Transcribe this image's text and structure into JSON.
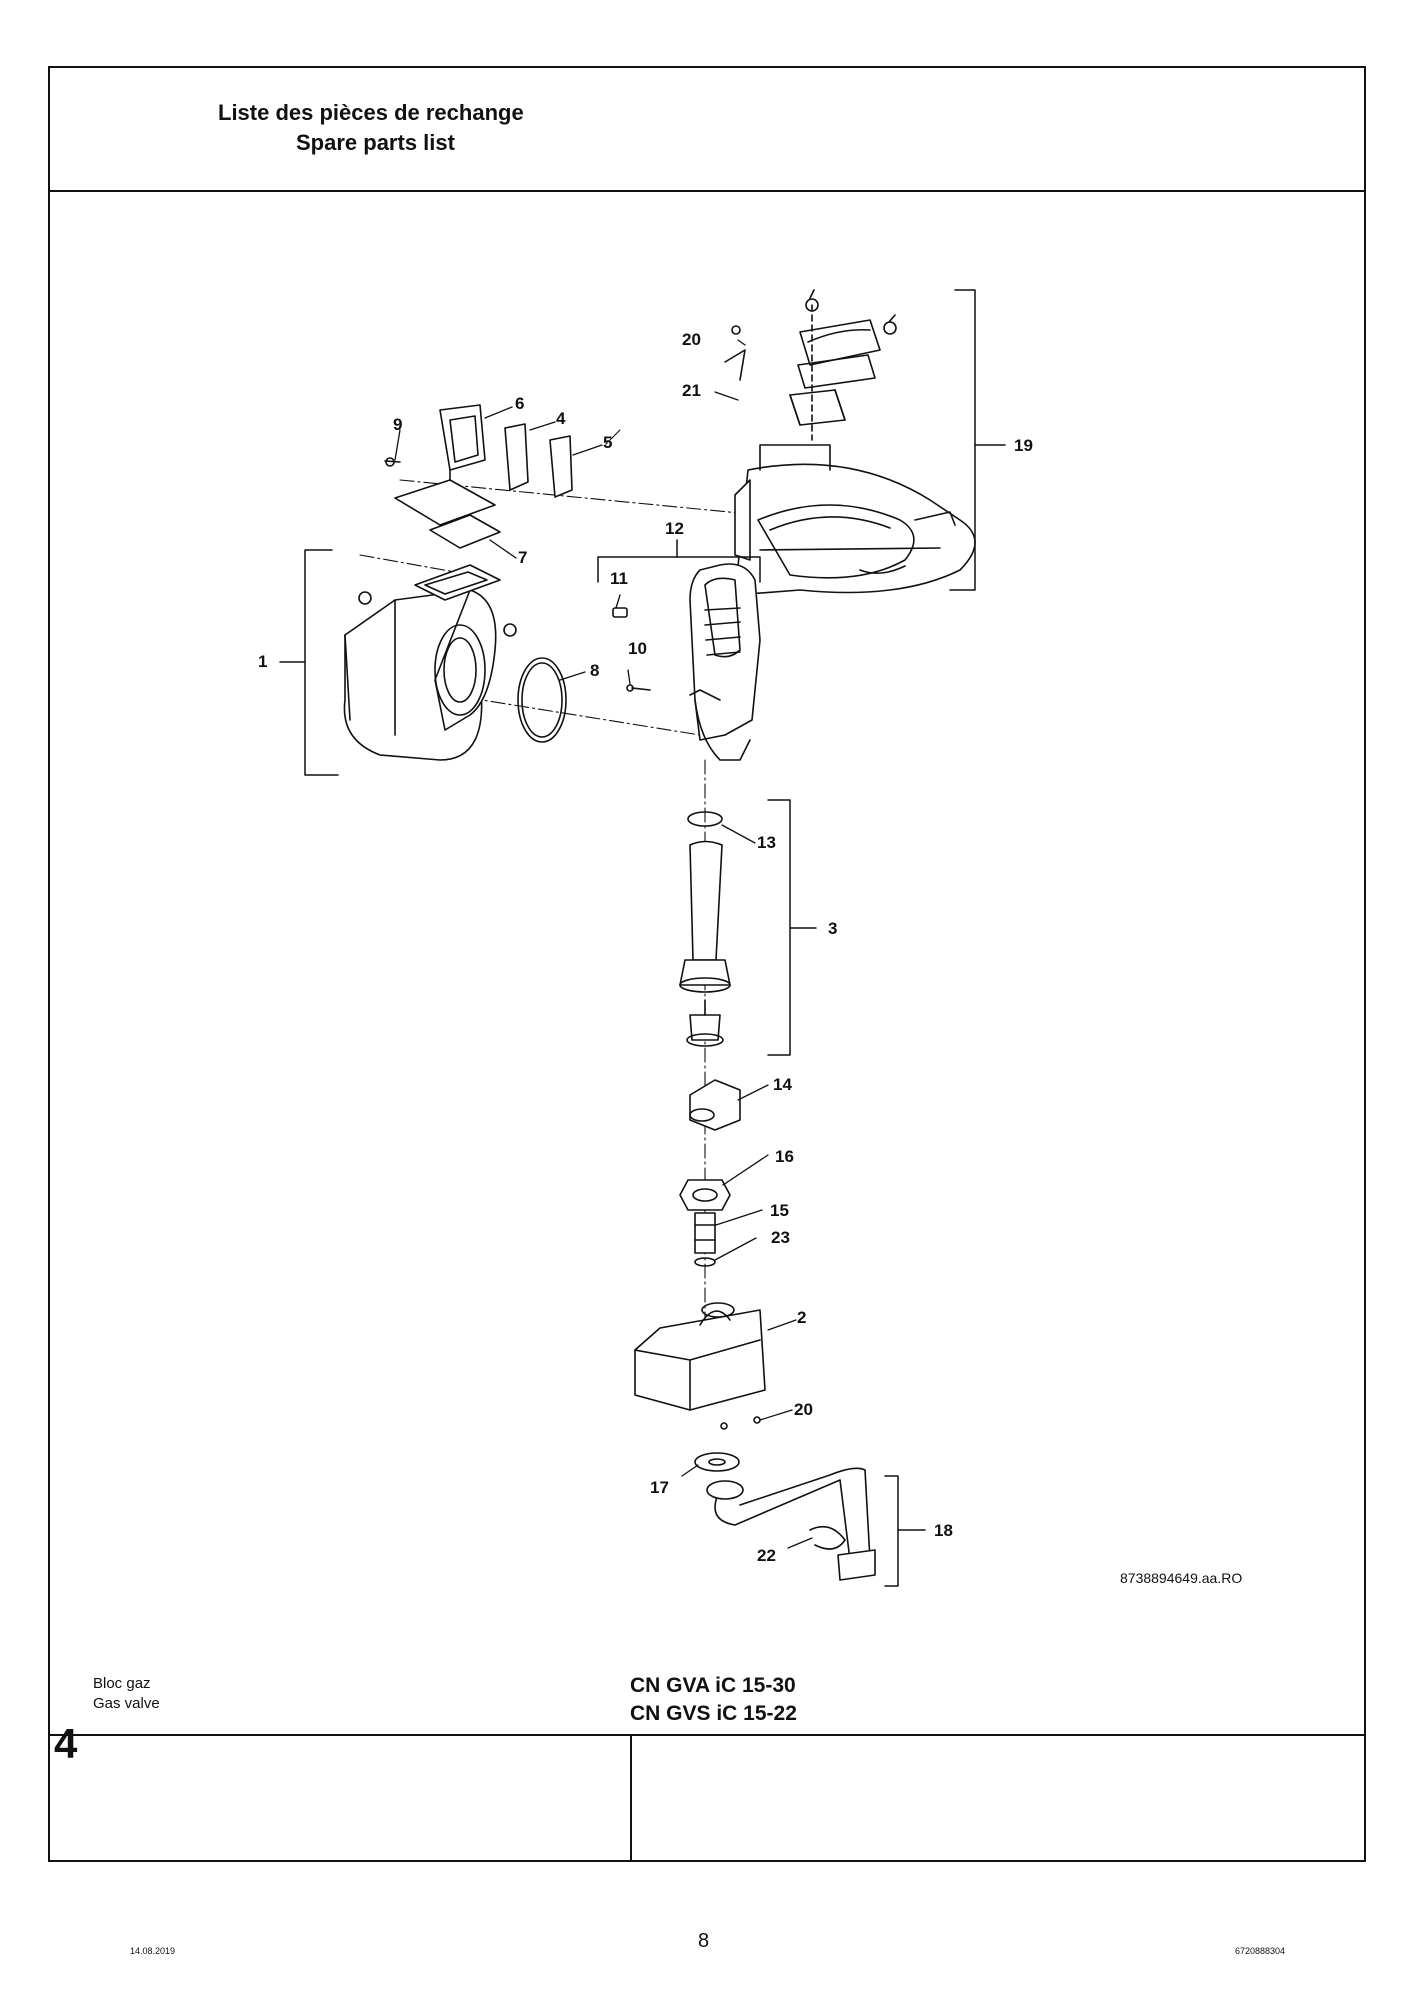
{
  "header": {
    "title_fr": "Liste des pièces de rechange",
    "title_en": "Spare parts list"
  },
  "diagram": {
    "callouts": [
      "1",
      "2",
      "3",
      "4",
      "5",
      "6",
      "7",
      "8",
      "9",
      "10",
      "11",
      "12",
      "13",
      "14",
      "15",
      "16",
      "17",
      "18",
      "19",
      "20",
      "21",
      "22",
      "23"
    ],
    "reference_code": "8738894649.aa.RO"
  },
  "footer_block": {
    "section_number": "4",
    "section_title_fr": "Bloc gaz",
    "section_title_en": "Gas valve",
    "model_line1": "CN GVA iC 15-30",
    "model_line2": "CN GVS iC 15-22"
  },
  "page_footer": {
    "date": "14.08.2019",
    "page_number": "8",
    "doc_code": "6720888304"
  }
}
